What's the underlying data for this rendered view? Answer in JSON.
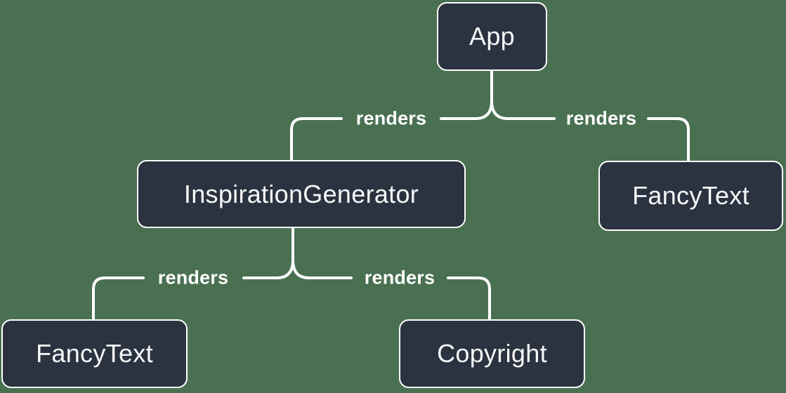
{
  "diagram": {
    "type": "component-tree",
    "colors": {
      "background": "#4a7052",
      "node_fill": "#2b3340",
      "node_border": "#ffffff",
      "line": "#ffffff",
      "text": "#f6f7f9"
    },
    "nodes": [
      {
        "id": "app",
        "label": "App"
      },
      {
        "id": "inspiration-generator",
        "label": "InspirationGenerator"
      },
      {
        "id": "fancy-text-top",
        "label": "FancyText"
      },
      {
        "id": "fancy-text-bottom",
        "label": "FancyText"
      },
      {
        "id": "copyright",
        "label": "Copyright"
      }
    ],
    "edges": [
      {
        "from": "App",
        "to": "InspirationGenerator",
        "label": "renders"
      },
      {
        "from": "App",
        "to": "FancyText",
        "label": "renders"
      },
      {
        "from": "InspirationGenerator",
        "to": "FancyText",
        "label": "renders"
      },
      {
        "from": "InspirationGenerator",
        "to": "Copyright",
        "label": "renders"
      }
    ]
  }
}
